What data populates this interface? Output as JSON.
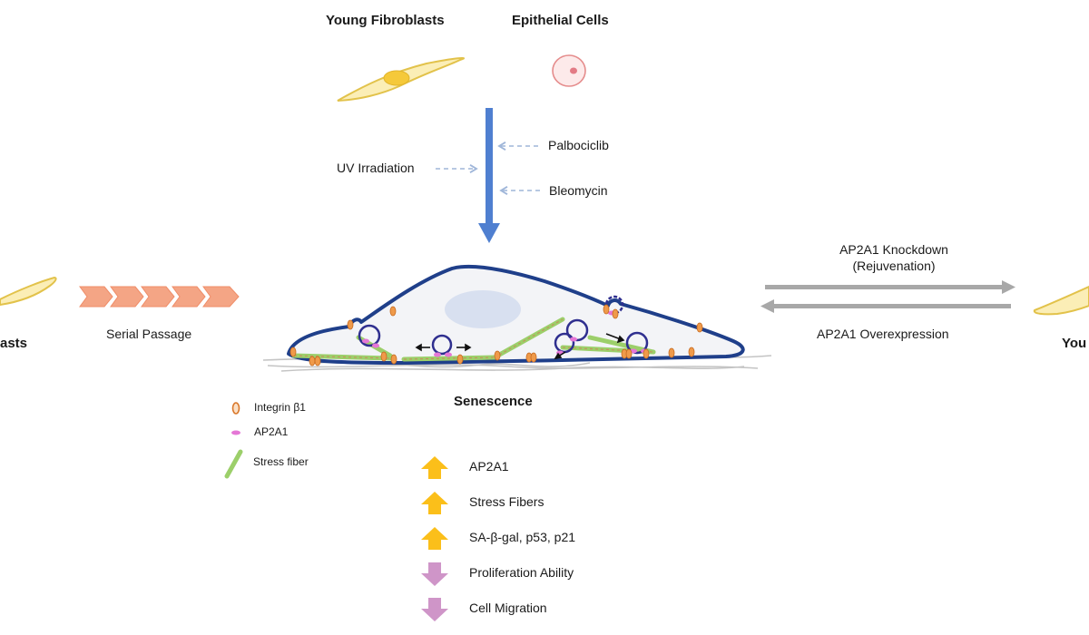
{
  "title_labels": {
    "young_fibroblasts": "Young Fibroblasts",
    "epithelial_cells": "Epithelial Cells",
    "left_cut_label": "asts",
    "right_cut_label": "You"
  },
  "inducers": {
    "uv": "UV Irradiation",
    "palbociclib": "Palbociclib",
    "bleomycin": "Bleomycin"
  },
  "serial_passage": "Serial Passage",
  "senescence_label": "Senescence",
  "rejuvenation": {
    "knockdown_line1": "AP2A1 Knockdown",
    "knockdown_line2": "(Rejuvenation)",
    "overexpression": "AP2A1 Overexpression"
  },
  "legend": [
    {
      "icon": "integrin-icon",
      "label": "Integrin β1"
    },
    {
      "icon": "ap2a1-icon",
      "label": "AP2A1"
    },
    {
      "icon": "stress-fiber-icon",
      "label": "Stress fiber"
    }
  ],
  "changes": [
    {
      "direction": "up",
      "label": "AP2A1"
    },
    {
      "direction": "up",
      "label": "Stress Fibers"
    },
    {
      "direction": "up",
      "label": "SA-β-gal, p53, p21"
    },
    {
      "direction": "down",
      "label": "Proliferation Ability"
    },
    {
      "direction": "down",
      "label": "Cell Migration"
    }
  ],
  "colors": {
    "fibroblast_fill": "#fbeeb6",
    "fibroblast_stroke": "#e2c24a",
    "nucleus_yellow": "#f5c93a",
    "epithelial_stroke": "#e58c8c",
    "epithelial_fill": "#fdeaea",
    "main_arrow": "#4f7fd0",
    "dashed_arrow": "#9fb6d9",
    "serial_arrow": "#f4a585",
    "gray_arrow": "#a8a8a8",
    "cell_outline": "#1f3f8a",
    "cell_fill": "#f3f4f7",
    "cell_nucleus": "#d8e0f0",
    "integrin": "#ef9a4a",
    "ap2a1": "#e577d6",
    "stress_fiber": "#9ccf6a",
    "up_arrow": "#fbbf1a",
    "down_arrow": "#cf95c8"
  }
}
